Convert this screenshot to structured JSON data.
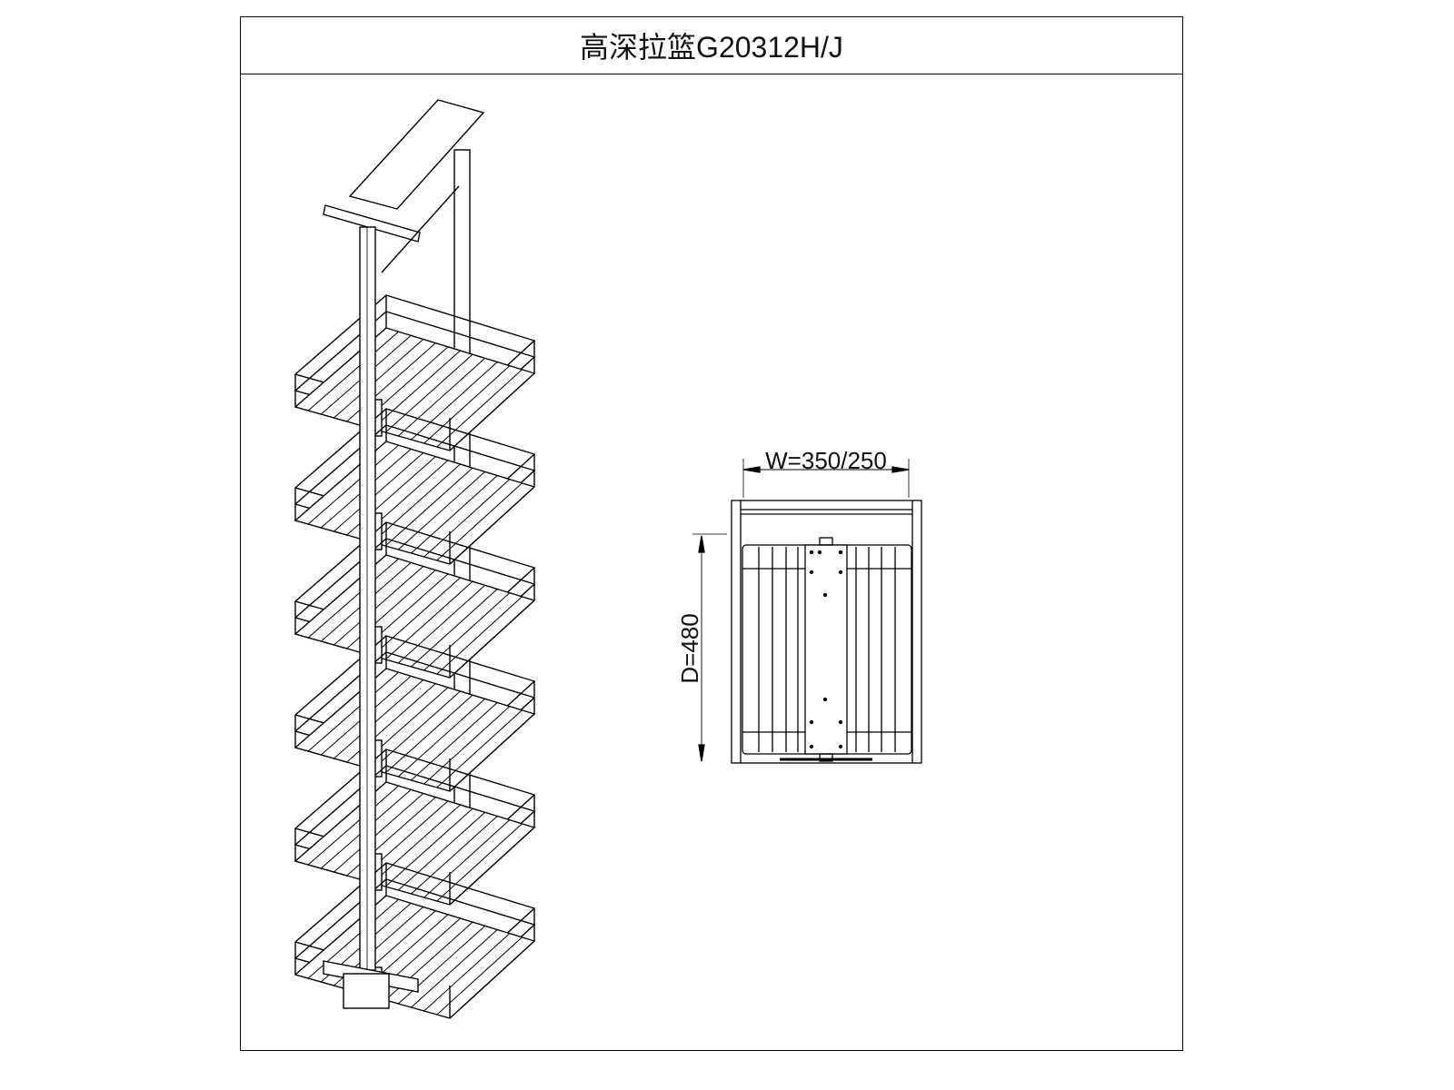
{
  "title": "高深拉篮G20312H/J",
  "dimensions": {
    "width_label": "W=350/250",
    "depth_label": "D=480"
  },
  "basket_count": 6,
  "colors": {
    "line": "#000000",
    "background": "#ffffff"
  }
}
